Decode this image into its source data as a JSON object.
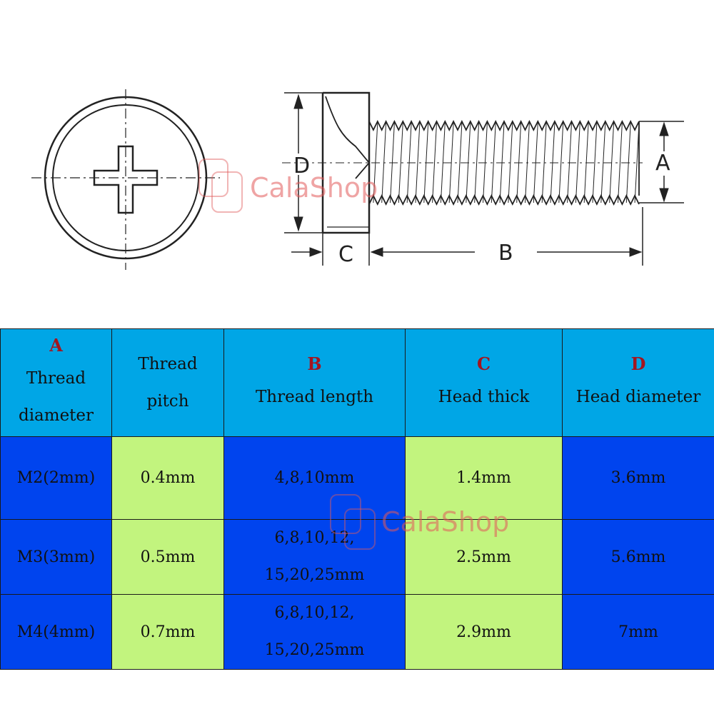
{
  "diagram": {
    "dimension_labels": {
      "a": "A",
      "b": "B",
      "c": "C",
      "d": "D"
    },
    "watermark": "CalaShop"
  },
  "table": {
    "headers": [
      {
        "letter": "A",
        "text": "Thread\ndiameter"
      },
      {
        "letter": "",
        "text": "Thread\npitch"
      },
      {
        "letter": "B",
        "text": "Thread length"
      },
      {
        "letter": "C",
        "text": "Head thick"
      },
      {
        "letter": "D",
        "text": "Head diameter"
      }
    ],
    "rows": [
      [
        "M2(2mm)",
        "0.4mm",
        "4,8,10mm",
        "1.4mm",
        "3.6mm"
      ],
      [
        "M3(3mm)",
        "0.5mm",
        "6,8,10,12,\n15,20,25mm",
        "2.5mm",
        "5.6mm"
      ],
      [
        "M4(4mm)",
        "0.7mm",
        "6,8,10,12,\n15,20,25mm",
        "2.9mm",
        "7mm"
      ]
    ],
    "colors": {
      "header": "#00a6e6",
      "blue": "#0044ee",
      "green": "#c2f47e",
      "letter": "#a3151f"
    }
  }
}
